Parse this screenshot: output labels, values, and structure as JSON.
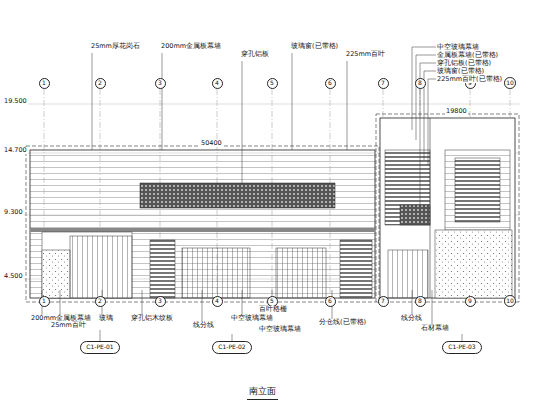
{
  "diagram": {
    "title": "南立面",
    "nodes": [
      {
        "text": [
          "1"
        ]
      },
      {
        "text": [
          "2"
        ]
      },
      {
        "text": [
          "3"
        ]
      },
      {
        "text": [
          "4"
        ]
      },
      {
        "text": [
          "5"
        ]
      },
      {
        "text": [
          "6"
        ]
      },
      {
        "text": [
          "7"
        ]
      },
      {
        "text": [
          "8"
        ]
      },
      {
        "text": [
          "9"
        ]
      },
      {
        "text": [
          "10"
        ]
      },
      {
        "text": [
          "1"
        ]
      },
      {
        "text": [
          "2"
        ]
      },
      {
        "text": [
          "3"
        ]
      },
      {
        "text": [
          "4"
        ]
      },
      {
        "text": [
          "5"
        ]
      },
      {
        "text": [
          "6"
        ]
      },
      {
        "text": [
          "7"
        ]
      },
      {
        "text": [
          "8"
        ]
      },
      {
        "text": [
          "9"
        ]
      },
      {
        "text": [
          "10"
        ]
      },
      {
        "text": [
          "C1-PE-01"
        ]
      },
      {
        "text": [
          "C1-PE-02"
        ]
      },
      {
        "text": [
          "C1-PE-03"
        ]
      }
    ],
    "labels": [
      "25mm厚花岗石",
      "200mm金属板幕墙",
      "穿孔铝板",
      "玻璃窗(已带格)",
      "225mm百叶",
      "中空玻璃幕墙",
      "金属板幕墙(已带格)",
      "穿孔铝板(已带格)",
      "玻璃窗(已带格)",
      "225mm百叶(已带格)",
      "200mm金属板幕墙",
      "25mm百叶",
      "玻璃",
      "穿孔铝木纹板",
      "线分线",
      "中空玻璃幕墙",
      "百叶格栅",
      "中空玻璃幕墙",
      "分仓线(已带格)",
      "线分线",
      "石材幕墙",
      "19.500",
      "14.700",
      "9.300",
      "4.500",
      "50400",
      "19800"
    ]
  }
}
